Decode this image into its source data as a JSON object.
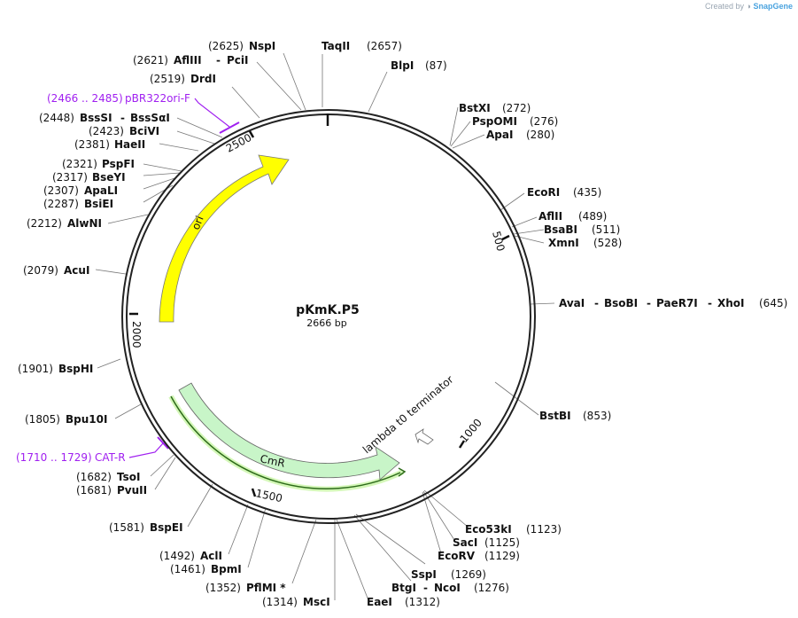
{
  "credit": {
    "prefix": "Created by",
    "brand": "SnapGene"
  },
  "plasmid": {
    "name": "pKmK.P5",
    "length_label": "2666 bp"
  },
  "ticks": [
    "500",
    "1000",
    "1500",
    "2000",
    "2500"
  ],
  "features": {
    "ori": "ori",
    "cmr": "CmR",
    "terminator": "lambda t0 terminator"
  },
  "primers": [
    {
      "name": "pBR322ori-F",
      "pos": "(2466 .. 2485)"
    },
    {
      "name": "CAT-R",
      "pos": "(1710 .. 1729)"
    }
  ],
  "sites": [
    {
      "name": "TaqII",
      "pos": "(2657)"
    },
    {
      "name": "BlpI",
      "pos": "(87)"
    },
    {
      "name": "NspI",
      "pos": "(2625)"
    },
    {
      "name": "AflIII",
      "pos": "(2621)"
    },
    {
      "name": "PciI",
      "pos": ""
    },
    {
      "name": "DrdI",
      "pos": "(2519)"
    },
    {
      "name": "BssSI",
      "pos": "(2448)"
    },
    {
      "name": "BssSαI",
      "pos": ""
    },
    {
      "name": "BciVI",
      "pos": "(2423)"
    },
    {
      "name": "HaeII",
      "pos": "(2381)"
    },
    {
      "name": "PspFI",
      "pos": "(2321)"
    },
    {
      "name": "BseYI",
      "pos": "(2317)"
    },
    {
      "name": "ApaLI",
      "pos": "(2307)"
    },
    {
      "name": "BsiEI",
      "pos": "(2287)"
    },
    {
      "name": "AlwNI",
      "pos": "(2212)"
    },
    {
      "name": "AcuI",
      "pos": "(2079)"
    },
    {
      "name": "BspHI",
      "pos": "(1901)"
    },
    {
      "name": "Bpu10I",
      "pos": "(1805)"
    },
    {
      "name": "TsoI",
      "pos": "(1682)"
    },
    {
      "name": "PvuII",
      "pos": "(1681)"
    },
    {
      "name": "BspEI",
      "pos": "(1581)"
    },
    {
      "name": "AclI",
      "pos": "(1492)"
    },
    {
      "name": "BpmI",
      "pos": "(1461)"
    },
    {
      "name": "PflMI *",
      "pos": "(1352)"
    },
    {
      "name": "MscI",
      "pos": "(1314)"
    },
    {
      "name": "EaeI",
      "pos": "(1312)"
    },
    {
      "name": "BtgI",
      "pos": ""
    },
    {
      "name": "NcoI",
      "pos": "(1276)"
    },
    {
      "name": "SspI",
      "pos": "(1269)"
    },
    {
      "name": "EcoRV",
      "pos": "(1129)"
    },
    {
      "name": "SacI",
      "pos": "(1125)"
    },
    {
      "name": "Eco53kI",
      "pos": "(1123)"
    },
    {
      "name": "BstBI",
      "pos": "(853)"
    },
    {
      "name": "AvaI",
      "pos": ""
    },
    {
      "name": "BsoBI",
      "pos": ""
    },
    {
      "name": "PaeR7I",
      "pos": ""
    },
    {
      "name": "XhoI",
      "pos": "(645)"
    },
    {
      "name": "XmnI",
      "pos": "(528)"
    },
    {
      "name": "BsaBI",
      "pos": "(511)"
    },
    {
      "name": "AflII",
      "pos": "(489)"
    },
    {
      "name": "EcoRI",
      "pos": "(435)"
    },
    {
      "name": "ApaI",
      "pos": "(280)"
    },
    {
      "name": "PspOMI",
      "pos": "(276)"
    },
    {
      "name": "BstXI",
      "pos": "(272)"
    }
  ],
  "colors": {
    "ori": "#ffff00",
    "cmr": "#c8f5c8",
    "cmr_highlight": "#2d6b1a",
    "primer": "#a020f0",
    "backbone": "#222222"
  }
}
